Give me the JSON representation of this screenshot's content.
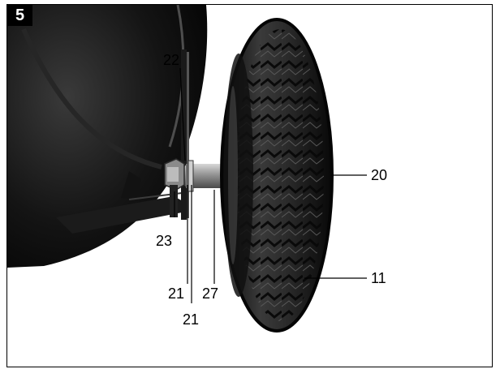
{
  "figure": {
    "number": "5"
  },
  "callouts": {
    "c22": "22",
    "c20": "20",
    "c23": "23",
    "c11": "11",
    "c21a": "21",
    "c27": "27",
    "c21b": "21"
  }
}
